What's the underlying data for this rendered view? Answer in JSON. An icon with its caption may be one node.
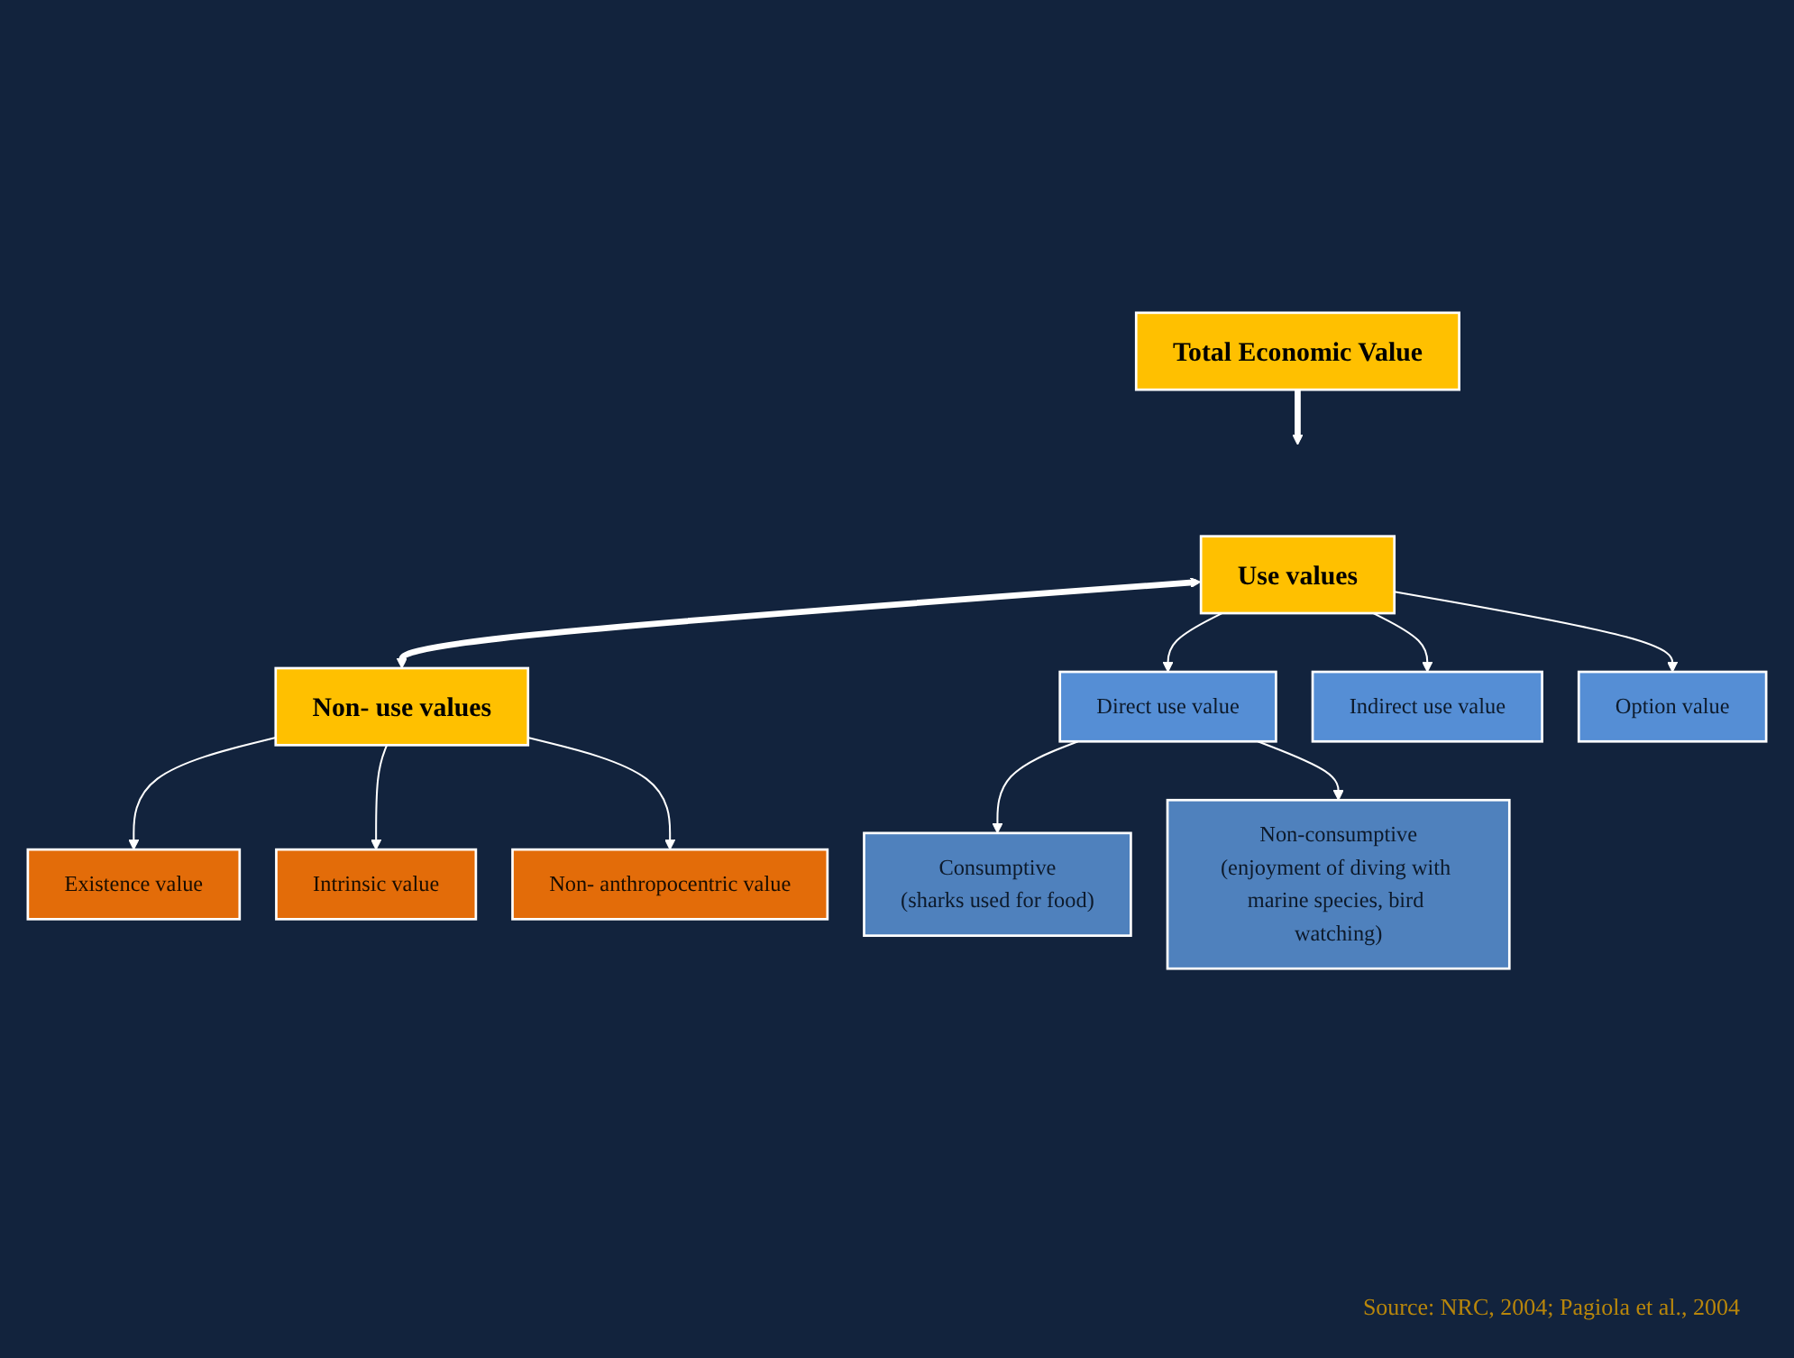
{
  "diagram": {
    "nodes": [
      {
        "text": [
          "Total Economic Value"
        ]
      },
      {
        "text": [
          "Use values"
        ]
      },
      {
        "text": [
          "Non- use values"
        ]
      },
      {
        "text": [
          "Direct use value"
        ]
      },
      {
        "text": [
          "Indirect use value"
        ]
      },
      {
        "text": [
          "Option value"
        ]
      },
      {
        "text": [
          "Existence value"
        ]
      },
      {
        "text": [
          "Intrinsic value"
        ]
      },
      {
        "text": [
          "Non- anthropocentric value"
        ]
      },
      {
        "text": [
          "Consumptive",
          "(sharks used for food)"
        ]
      },
      {
        "text": [
          "Non-consumptive",
          "(enjoyment of diving with marine species, bird watching)"
        ]
      }
    ],
    "edges": [
      {
        "from": 0,
        "to": null,
        "arrow": "to",
        "style": "thick"
      },
      {
        "from": 1,
        "to": 2,
        "arrow": "both",
        "style": "thick"
      },
      {
        "from": 1,
        "to": 3,
        "arrow": "to"
      },
      {
        "from": 1,
        "to": 4,
        "arrow": "to"
      },
      {
        "from": 1,
        "to": 5,
        "arrow": "to"
      },
      {
        "from": 2,
        "to": 6,
        "arrow": "to"
      },
      {
        "from": 2,
        "to": 7,
        "arrow": "to"
      },
      {
        "from": 2,
        "to": 8,
        "arrow": "to"
      },
      {
        "from": 3,
        "to": 9,
        "arrow": "to"
      },
      {
        "from": 3,
        "to": 10,
        "arrow": "to"
      }
    ],
    "labels": [
      "Source: NRC, 2004; Pagiola et al., 2004"
    ]
  }
}
